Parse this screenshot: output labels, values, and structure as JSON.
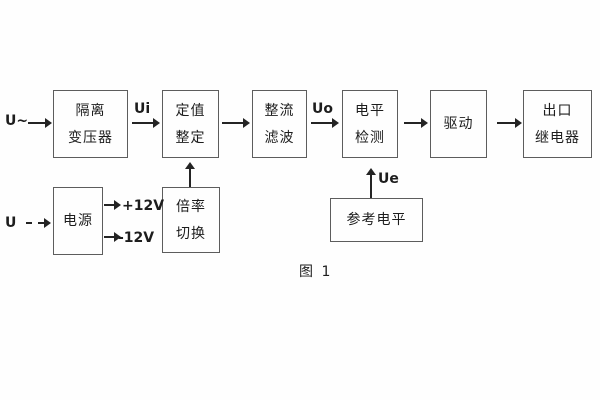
{
  "figure": {
    "caption": "图 1"
  },
  "signals": {
    "ac_input": "U~",
    "dc_input": "U",
    "ui": "Ui",
    "uo": "Uo",
    "ue": "Ue",
    "plus_12v": "+12V",
    "minus_12v": "-12V"
  },
  "blocks": {
    "isolation_transformer": {
      "line1": "隔离",
      "line2": "变压器"
    },
    "setting_adjust": {
      "line1": "定值",
      "line2": "整定"
    },
    "rectifier_filter": {
      "line1": "整流",
      "line2": "滤波"
    },
    "level_detection": {
      "line1": "电平",
      "line2": "检测"
    },
    "driver": {
      "line1": "驱动"
    },
    "output_relay": {
      "line1": "出口",
      "line2": "继电器"
    },
    "power_supply": {
      "line1": "电源"
    },
    "ratio_switch": {
      "line1": "倍率",
      "line2": "切换"
    },
    "reference_level": {
      "line1": "参考电平"
    }
  },
  "colors": {
    "background": "#fefefe",
    "box_border": "#5d5d5d",
    "line": "#242424",
    "text": "#1d1d1d"
  }
}
